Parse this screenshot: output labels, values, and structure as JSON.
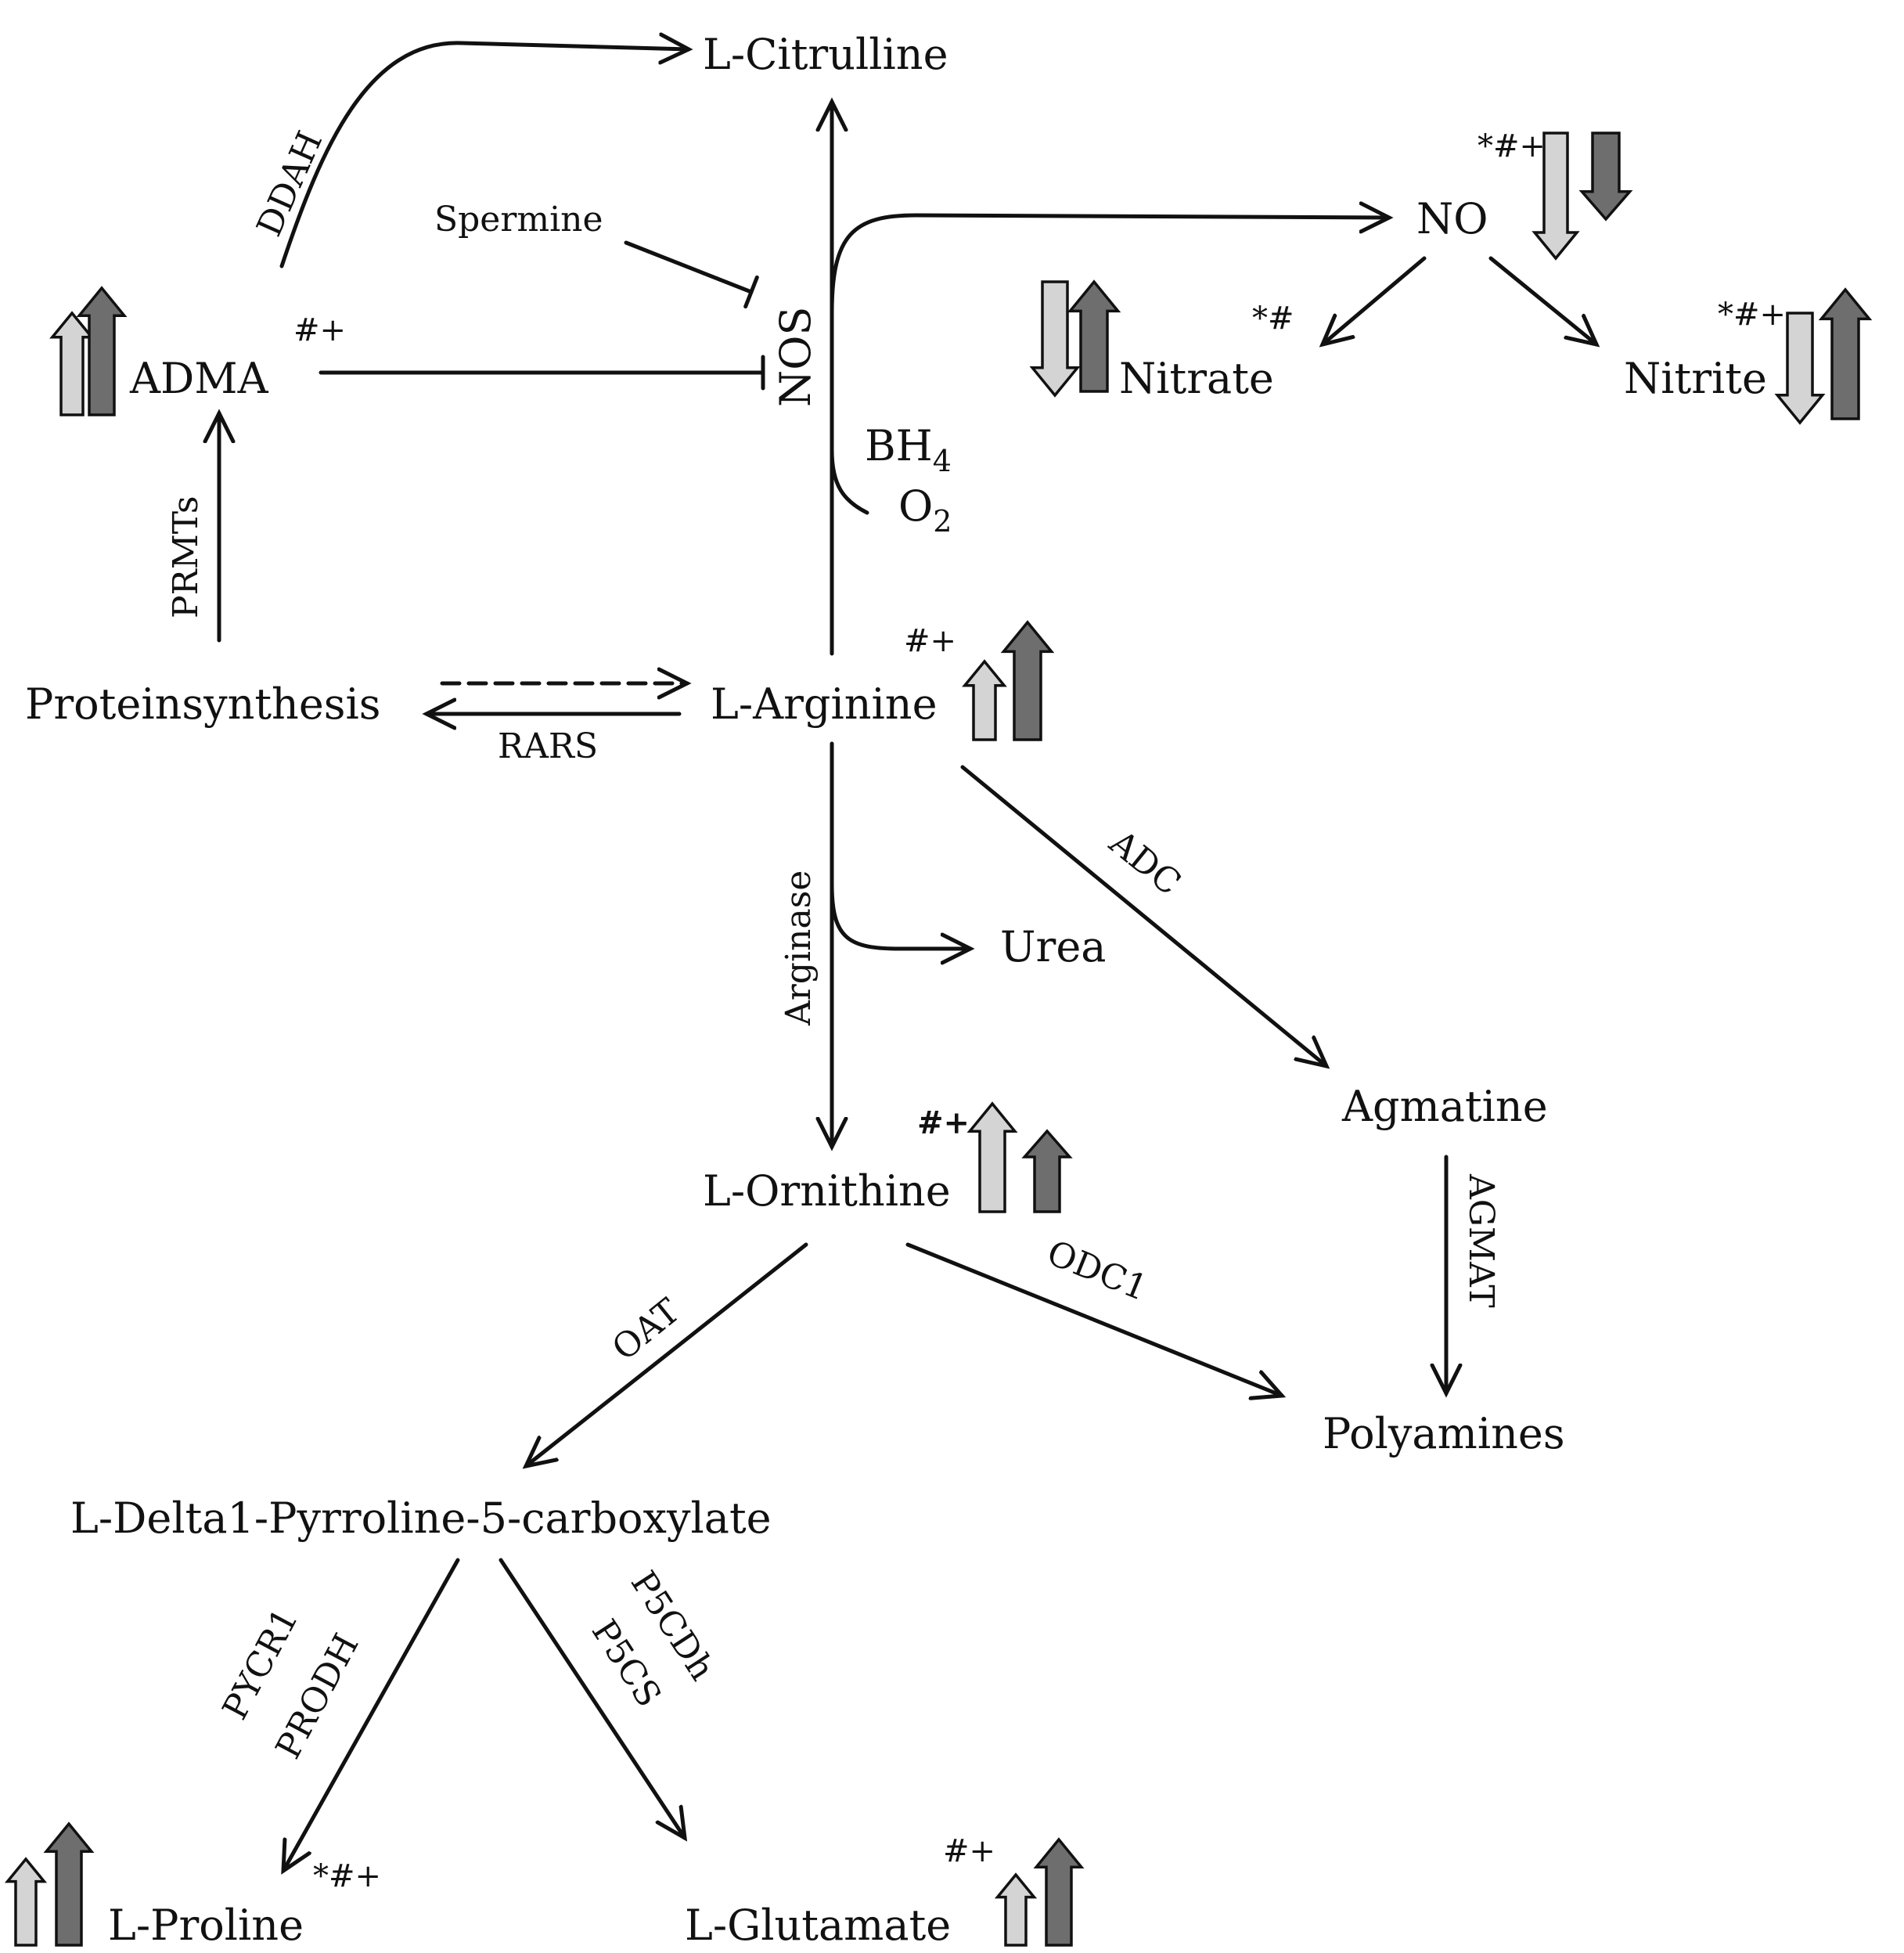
{
  "nodes": {
    "citrulline": "L-Citrulline",
    "no": "NO",
    "nitrate": "Nitrate",
    "nitrite": "Nitrite",
    "adma": "ADMA",
    "spermine": "Spermine",
    "nos": "NOS",
    "bh4_base": "BH",
    "bh4_sub": "4",
    "o2_base": "O",
    "o2_sub": "2",
    "protein": "Proteinsynthesis",
    "arginine": "L-Arginine",
    "urea": "Urea",
    "agmatine": "Agmatine",
    "ornithine": "L-Ornithine",
    "polyamines": "Polyamines",
    "p5c": "L-Delta1-Pyrroline-5-carboxylate",
    "proline": "L-Proline",
    "glutamate": "L-Glutamate"
  },
  "enzymes": {
    "ddah": "DDAH",
    "prmts": "PRMTs",
    "rars": "RARS",
    "arginase": "Arginase",
    "adc": "ADC",
    "agmat": "AGMAT",
    "oat": "OAT",
    "odc1": "ODC1",
    "pycr1": "PYCR1",
    "prodh": "PRODH",
    "p5cdh": "P5CDh",
    "p5cs": "P5CS"
  },
  "marks": {
    "adma": "#+",
    "no": "*#+",
    "nitrate": "*#",
    "nitrite": "*#+",
    "arginine": "#+",
    "ornithine": "#+",
    "proline": "*#+",
    "glutamate": "#+"
  },
  "change_indicators": [
    {
      "metabolite": "ADMA",
      "light": "up",
      "dark": "up"
    },
    {
      "metabolite": "NO",
      "light": "down",
      "dark": "down"
    },
    {
      "metabolite": "Nitrate",
      "light": "down",
      "dark": "up"
    },
    {
      "metabolite": "Nitrite",
      "light": "down",
      "dark": "up"
    },
    {
      "metabolite": "L-Arginine",
      "light": "up",
      "dark": "up"
    },
    {
      "metabolite": "L-Ornithine",
      "light": "up",
      "dark": "up"
    },
    {
      "metabolite": "L-Proline",
      "light": "up",
      "dark": "up"
    },
    {
      "metabolite": "L-Glutamate",
      "light": "up",
      "dark": "up"
    }
  ],
  "colors": {
    "light_indicator": "#d4d4d4",
    "dark_indicator": "#6e6e6e",
    "line": "#111111"
  }
}
